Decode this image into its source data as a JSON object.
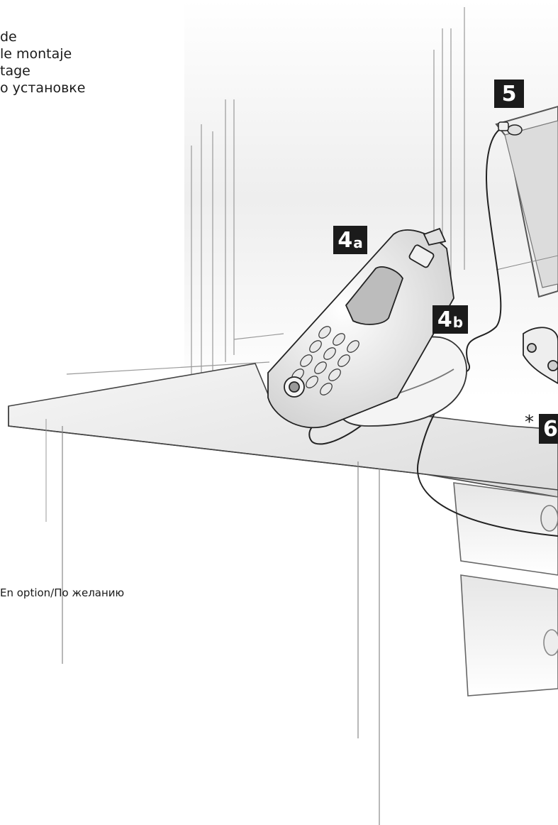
{
  "title_lines": [
    "de",
    "le montaje",
    "tage",
    "о установке"
  ],
  "labels": {
    "five": "5",
    "four_a_main": "4",
    "four_a_sub": "a",
    "four_b_main": "4",
    "four_b_sub": "b",
    "six": "6"
  },
  "asterisk": "*",
  "footnote": "En option/По желанию",
  "colors": {
    "label_bg": "#1b1b1b",
    "label_fg": "#ffffff",
    "line": "#555555",
    "furniture_fill": "#f2f2f2"
  }
}
